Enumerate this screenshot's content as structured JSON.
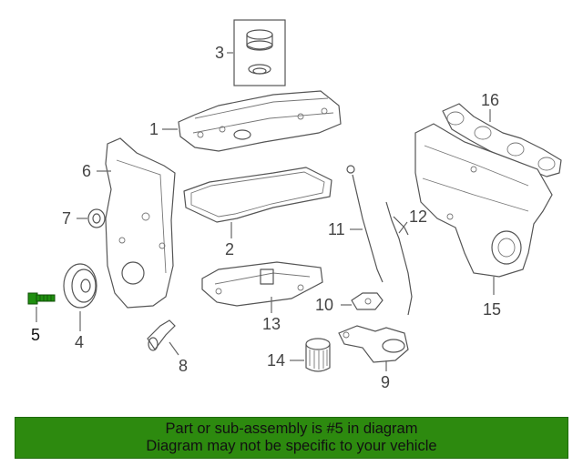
{
  "callouts": {
    "c1": "1",
    "c2": "2",
    "c3": "3",
    "c4": "4",
    "c5": "5",
    "c6": "6",
    "c7": "7",
    "c8": "8",
    "c9": "9",
    "c10": "10",
    "c11": "11",
    "c12": "12",
    "c13": "13",
    "c14": "14",
    "c15": "15",
    "c16": "16"
  },
  "banner": {
    "line1": "Part or sub-assembly is #5 in diagram",
    "line2": "Diagram may not be specific to your vehicle"
  },
  "colors": {
    "banner_background": "#2d8a0f",
    "highlight_part": "#1f8f0f"
  }
}
